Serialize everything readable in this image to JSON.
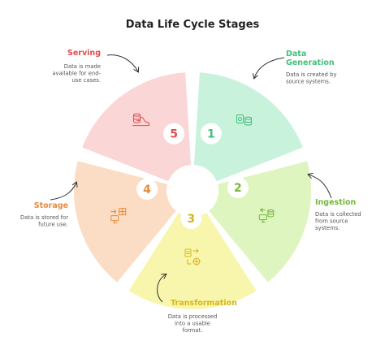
{
  "title": "Data Life Cycle Stages",
  "stages": [
    {
      "number": "1",
      "label_lines": [
        "Data",
        "Generation"
      ],
      "desc_lines": [
        "Data is created by",
        "source systems."
      ],
      "color": "#c8f2dc",
      "accent": "#43c07a",
      "icon": "gear-database-icon"
    },
    {
      "number": "2",
      "label_lines": [
        "Ingestion"
      ],
      "desc_lines": [
        "Data is collected",
        "from source",
        "systems."
      ],
      "color": "#dff5bf",
      "accent": "#76b83a",
      "icon": "monitor-database-icon"
    },
    {
      "number": "3",
      "label_lines": [
        "Transformation"
      ],
      "desc_lines": [
        "Data is processed",
        "into a usable",
        "format."
      ],
      "color": "#f8f6ac",
      "accent": "#d8b41a",
      "icon": "document-transform-icon"
    },
    {
      "number": "4",
      "label_lines": [
        "Storage"
      ],
      "desc_lines": [
        "Data is stored for",
        "future use."
      ],
      "color": "#fbdcc4",
      "accent": "#e88a3c",
      "icon": "monitor-table-icon"
    },
    {
      "number": "5",
      "label_lines": [
        "Serving"
      ],
      "desc_lines": [
        "Data is made",
        "available for end-",
        "use cases."
      ],
      "color": "#fbd6d6",
      "accent": "#e34d4d",
      "icon": "database-shoe-icon"
    }
  ]
}
